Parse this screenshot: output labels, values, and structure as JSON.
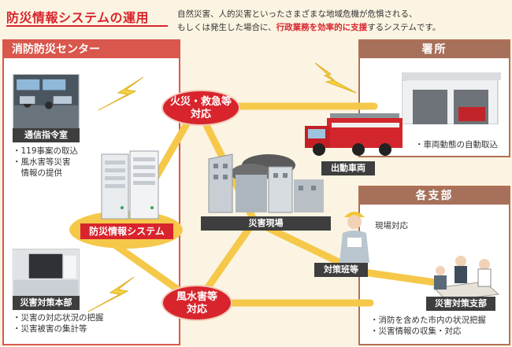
{
  "header": {
    "title": "防災情報システムの運用",
    "intro_line1": "自然災害、人的災害といったさまざまな地域危機が危惧される、",
    "intro_line2_pre": "もしくは発生した場合に、",
    "intro_line2_highlight": "行政業務を効率的に支援",
    "intro_line2_post": "するシステムです。"
  },
  "center": {
    "title": "消防防災センター",
    "comm_room": {
      "label": "通信指令室",
      "bullets": [
        "・119事案の取込",
        "・風水害等災害",
        "　情報の提供"
      ]
    },
    "system_label": "防災情報システム",
    "hq": {
      "label": "災害対策本部",
      "bullets": [
        "・災害の対応状況の把握",
        "・災害被害の集計等"
      ]
    }
  },
  "ovals": {
    "fire": [
      "火災・救急等",
      "対応"
    ],
    "flood": [
      "風水害等",
      "対応"
    ]
  },
  "station": {
    "title": "署所",
    "vehicle_label": "出動車両",
    "note": "・車両動態の自動取込"
  },
  "scene": {
    "label": "災害現場",
    "worker_note": "現場対応",
    "team_label": "対策班等"
  },
  "branch": {
    "title": "各支部",
    "hq_label": "災害対策支部",
    "bullets": [
      "・消防を含めた市内の状況把握",
      "・災害情報の収集・対応"
    ]
  },
  "colors": {
    "accent_red": "#d8242c",
    "connector_yellow": "#f5c84a",
    "panel_brown": "#a7705b",
    "label_dark": "#3e3e3e"
  }
}
